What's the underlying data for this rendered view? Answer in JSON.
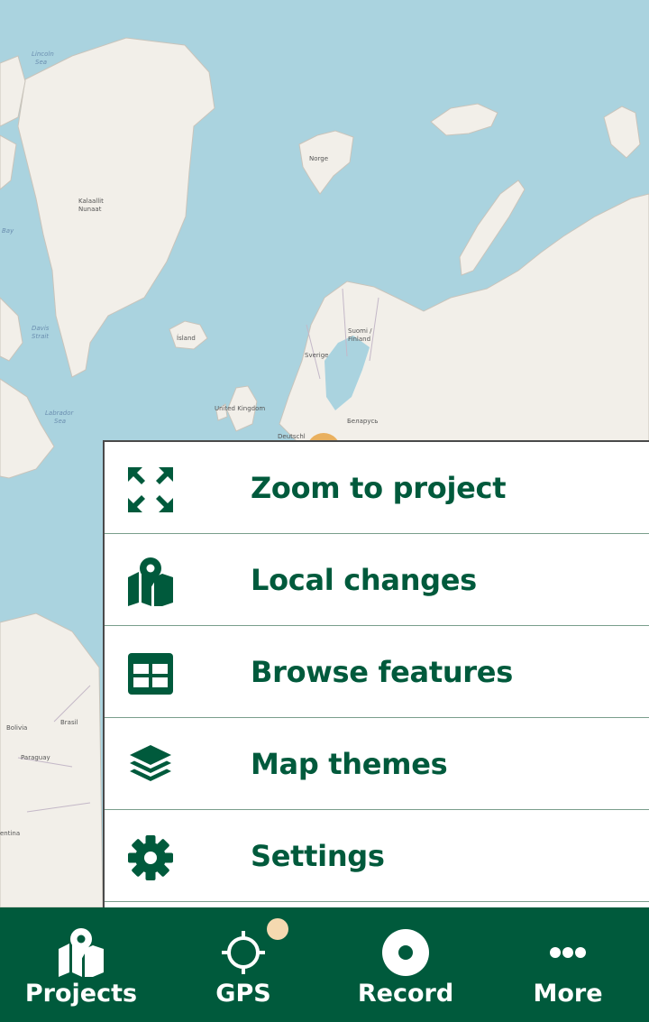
{
  "map": {
    "labels": {
      "kalaallit": "Kalaallit",
      "nunaat": "Nunaat",
      "island": "Ísland",
      "norge": "Norge",
      "sverige": "Sverige",
      "suomi": "Suomi /",
      "finland": "Finland",
      "united_kingdom": "United Kingdom",
      "belarus": "Беларусь",
      "deutschland": "Deutschl",
      "bolivia": "Bolivia",
      "brasil": "Brasil",
      "paraguay": "Paraguay",
      "argentina": "entina",
      "bay": "Bay",
      "davis": "Davis",
      "strait": "Strait",
      "labrador": "Labrador",
      "sea": "Sea",
      "lincoln": "Lincoln",
      "lincoln_sea": "Sea"
    }
  },
  "menu": {
    "items": [
      {
        "label": "Zoom to project",
        "icon": "zoom-to-project-icon"
      },
      {
        "label": "Local changes",
        "icon": "map-pin-icon"
      },
      {
        "label": "Browse features",
        "icon": "table-icon"
      },
      {
        "label": "Map themes",
        "icon": "layers-icon"
      },
      {
        "label": "Settings",
        "icon": "gear-icon"
      }
    ]
  },
  "nav": {
    "projects": "Projects",
    "gps": "GPS",
    "record": "Record",
    "more": "More"
  },
  "colors": {
    "accent": "#005a3c",
    "sea": "#aad3df",
    "land": "#f2efe9",
    "gps_indicator": "#f5d9b0"
  }
}
